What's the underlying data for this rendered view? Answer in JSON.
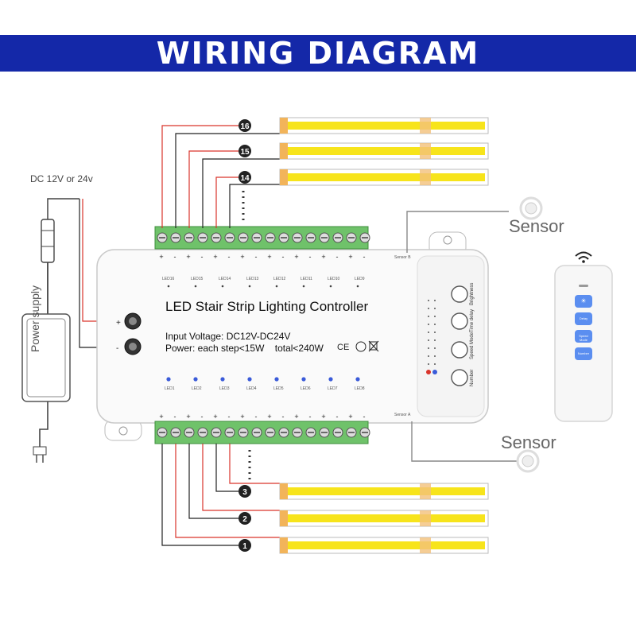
{
  "header": {
    "title": "WIRING DIAGRAM"
  },
  "power": {
    "input_label": "DC 12V or 24v",
    "supply_label": "Power supply"
  },
  "sensors": {
    "top": "Sensor",
    "bottom": "Sensor",
    "top_port": "Sensor B",
    "bottom_port": "Sensor A"
  },
  "controller": {
    "title": "LED Stair Strip Lighting Controller",
    "spec_voltage": "Input Voltage: DC12V-DC24V",
    "spec_power": "Power: each step<15W    total<240W",
    "top_leds": [
      "LED16",
      "LED15",
      "LED14",
      "LED13",
      "LED12",
      "LED11",
      "LED10",
      "LED9"
    ],
    "bottom_leds": [
      "LED1",
      "LED2",
      "LED3",
      "LED4",
      "LED5",
      "LED6",
      "LED7",
      "LED8"
    ],
    "buttons": [
      "Brightness",
      "Time delay",
      "Speed Mode",
      "Number"
    ],
    "polarity_plus": "+",
    "polarity_minus": "-"
  },
  "remote": {
    "buttons": [
      "☀",
      "Delay",
      "Speed Mode",
      "Number"
    ]
  },
  "steps": {
    "top": [
      "16",
      "15",
      "14"
    ],
    "bottom": [
      "3",
      "2",
      "1"
    ]
  },
  "colors": {
    "banner": "#1428a8",
    "terminal": "#6fc26a",
    "strip": "#f7e41b",
    "wire_red": "#d9342b",
    "wire_black": "#222222"
  }
}
